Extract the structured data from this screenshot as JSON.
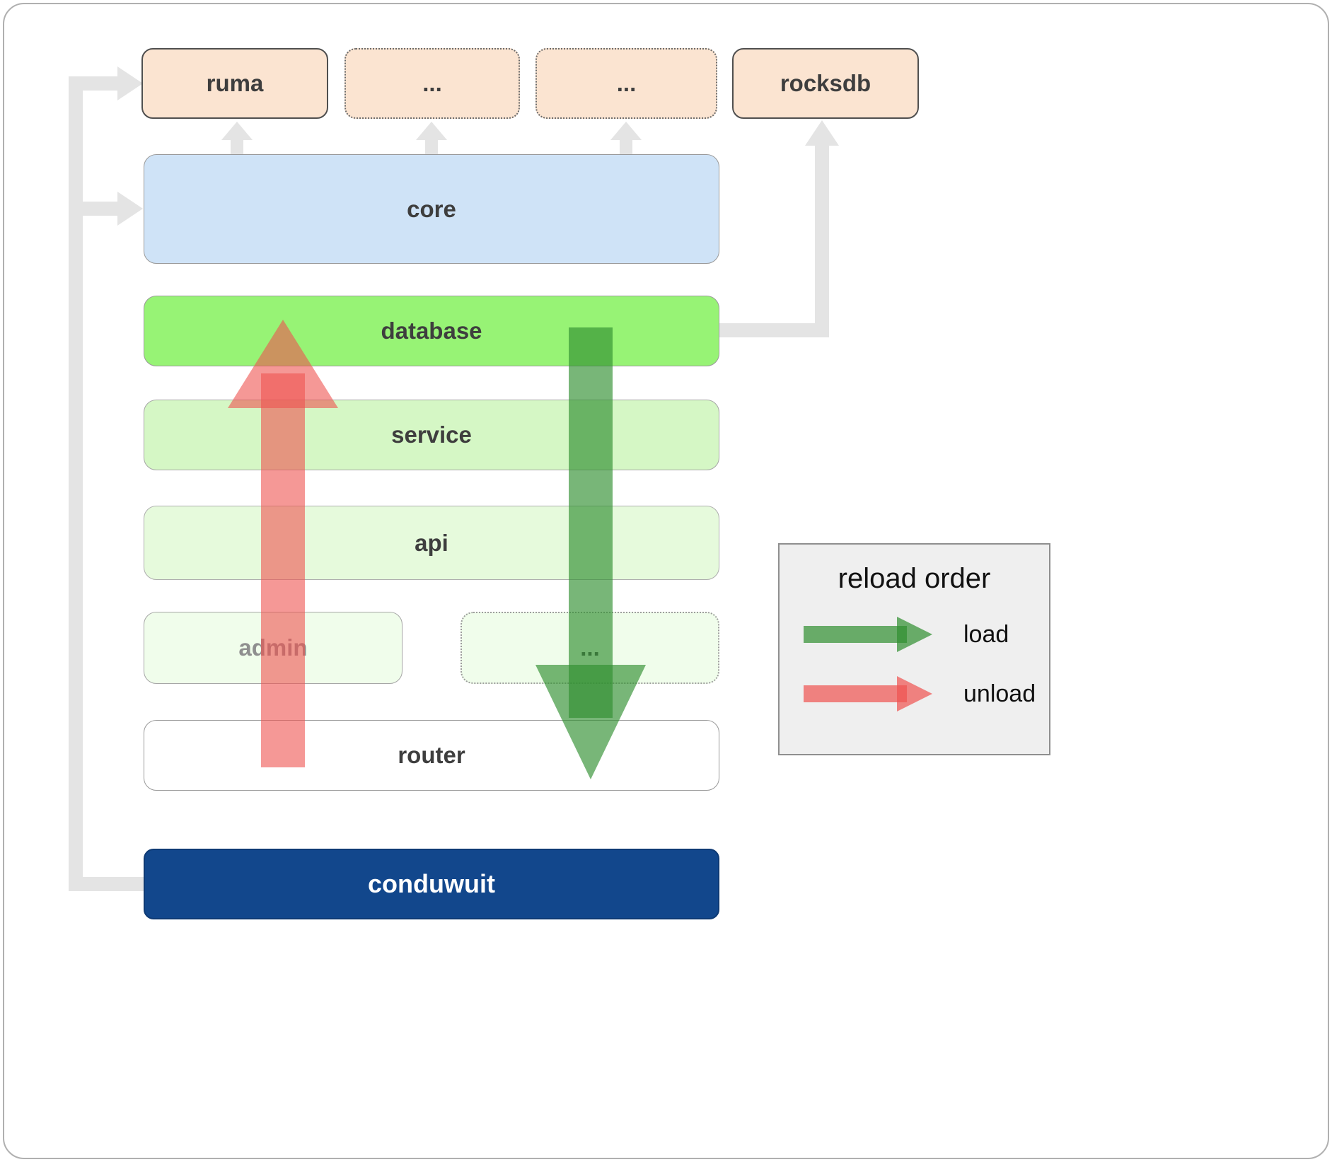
{
  "diagram": {
    "top_row": [
      "ruma",
      "...",
      "...",
      "rocksdb"
    ],
    "nodes": {
      "core": "core",
      "database": "database",
      "service": "service",
      "api": "api",
      "admin": "admin",
      "more": "...",
      "router": "router",
      "conduwuit": "conduwuit"
    },
    "legend": {
      "title": "reload order",
      "items": [
        {
          "label": "load",
          "color": "#2f8f2f"
        },
        {
          "label": "unload",
          "color": "#ef5350"
        }
      ]
    },
    "colors": {
      "dependency_peach": "#fbe4d1",
      "core_blue": "#cfe3f7",
      "database_green": "#97f375",
      "service_green": "#d5f7c5",
      "api_green": "#e6fadc",
      "admin_green": "#f0fdeb",
      "conduwuit_navy": "#12478c",
      "load_arrow_green": "#2f8f2f",
      "unload_arrow_red": "#ef5350",
      "connector_gray": "#e4e4e4"
    }
  }
}
